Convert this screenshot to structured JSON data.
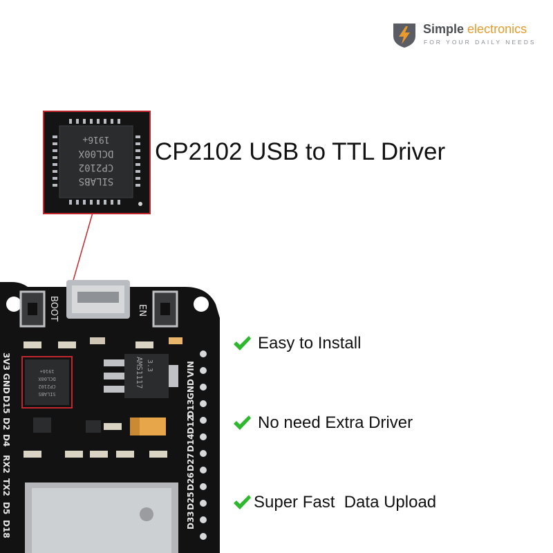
{
  "brand": {
    "name_part1": "Simple",
    "name_part2": "electronics",
    "tagline": "FOR YOUR DAILY NEEDS",
    "colors": {
      "dark": "#4a4d52",
      "accent": "#e89a2c"
    }
  },
  "headline": "CP2102 USB to TTL Driver",
  "chip": {
    "line1": "SILABS",
    "line2": "CP2102",
    "line3": "DCL00X",
    "line4": "1916+"
  },
  "board": {
    "left_pin_labels": [
      "3V3",
      "GND",
      "D15",
      "D2",
      "D4",
      "RX2",
      "TX2",
      "D5",
      "D18"
    ],
    "right_pin_labels": [
      "VIN",
      "GND",
      "D13",
      "D12",
      "D14",
      "D27",
      "D26",
      "D25",
      "D33"
    ],
    "button_left_label": "BOOT",
    "button_right_label": "EN",
    "regulator_line1": "AMS1117",
    "regulator_line2": "3.3"
  },
  "features": [
    {
      "label": "Easy to Install",
      "icon": "check-icon"
    },
    {
      "label": "No need Extra Driver",
      "icon": "check-icon"
    },
    {
      "label": "Super Fast  Data Upload",
      "icon": "check-icon"
    }
  ],
  "colors": {
    "highlight": "#c4262e",
    "check": "#2eb82e",
    "board": "#121212"
  }
}
